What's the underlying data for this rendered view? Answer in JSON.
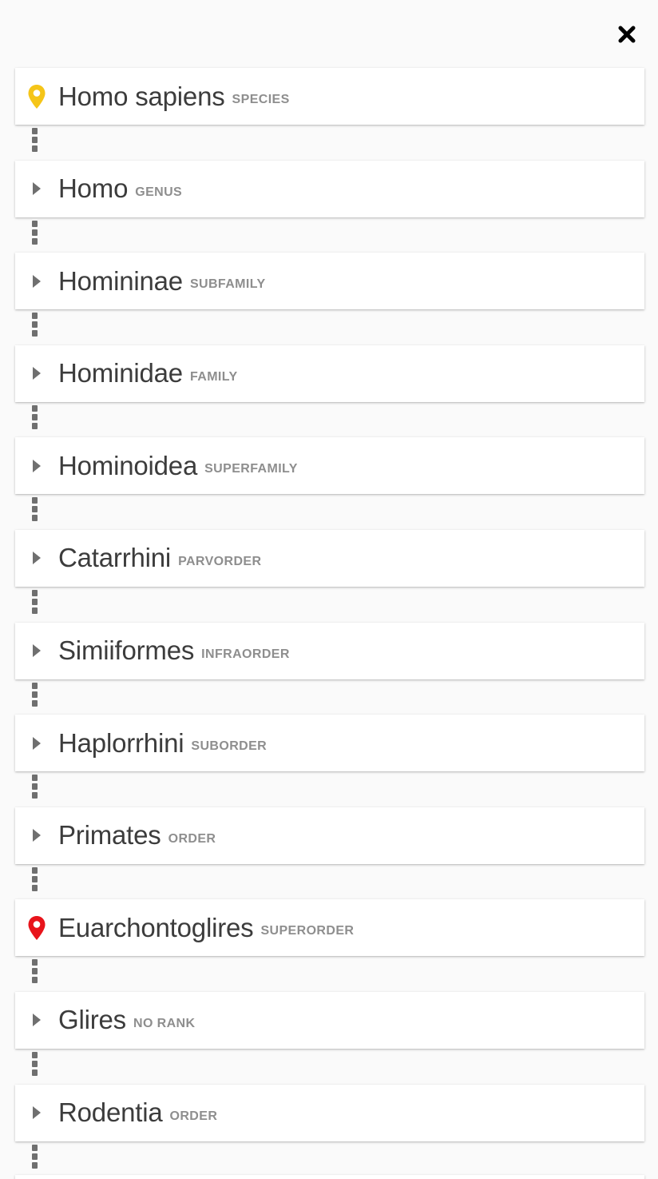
{
  "close_icon": "close-icon",
  "lineage": [
    {
      "name": "Homo sapiens",
      "rank": "species",
      "icon": "yellow-map-pin-icon",
      "pin_color": "#f5c518"
    },
    {
      "name": "Homo",
      "rank": "genus",
      "icon": "expand-arrow-icon"
    },
    {
      "name": "Homininae",
      "rank": "subfamily",
      "icon": "expand-arrow-icon"
    },
    {
      "name": "Hominidae",
      "rank": "family",
      "icon": "expand-arrow-icon"
    },
    {
      "name": "Hominoidea",
      "rank": "superfamily",
      "icon": "expand-arrow-icon"
    },
    {
      "name": "Catarrhini",
      "rank": "parvorder",
      "icon": "expand-arrow-icon"
    },
    {
      "name": "Simiiformes",
      "rank": "infraorder",
      "icon": "expand-arrow-icon"
    },
    {
      "name": "Haplorrhini",
      "rank": "suborder",
      "icon": "expand-arrow-icon"
    },
    {
      "name": "Primates",
      "rank": "order",
      "icon": "expand-arrow-icon"
    },
    {
      "name": "Euarchontoglires",
      "rank": "superorder",
      "icon": "red-map-pin-icon",
      "pin_color": "#e8141b"
    },
    {
      "name": "Glires",
      "rank": "no rank",
      "icon": "expand-arrow-icon"
    },
    {
      "name": "Rodentia",
      "rank": "order",
      "icon": "expand-arrow-icon"
    }
  ],
  "colors": {
    "background": "#fafafa",
    "card": "#ffffff",
    "name_text": "#3c3c3c",
    "rank_text": "#8e8e8e",
    "arrow": "#6f6f6f"
  }
}
